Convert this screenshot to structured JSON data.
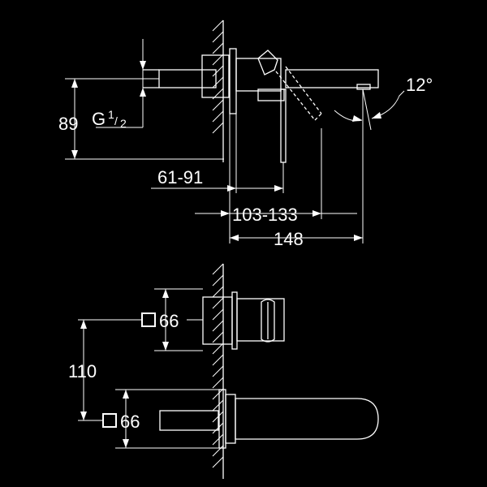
{
  "drawing": {
    "top_view": {
      "thread_label": "89",
      "thread_prefix": "G",
      "thread_num": "1",
      "thread_den": "2",
      "dim_61_91": "61-91",
      "dim_103_133": "103-133",
      "dim_148": "148",
      "angle": "12°"
    },
    "front_view": {
      "dim_110": "110",
      "square_upper": "66",
      "square_lower": "66"
    }
  }
}
